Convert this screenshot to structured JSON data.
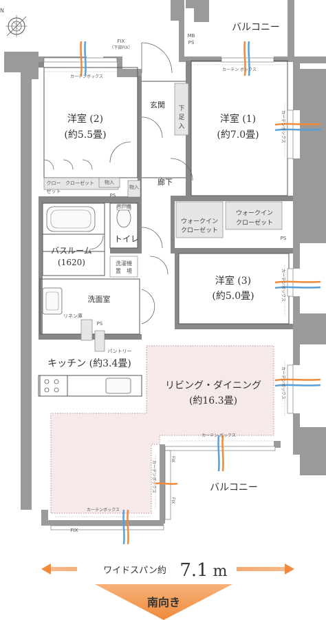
{
  "colors": {
    "wall": "#9a9a9a",
    "ldk_fill": "#f6e9e9",
    "closet_fill": "#e6e6e6",
    "breeze_orange": "#f08a3a",
    "breeze_blue": "#5aa0d8",
    "direction_arrow": "#f08a3a"
  },
  "icons": {
    "compass": "compass-rose-icon"
  },
  "rooms": {
    "western2_name": "洋室 (2)",
    "western2_size": "(約5.5畳)",
    "western1_name": "洋室 (1)",
    "western1_size": "(約7.0畳)",
    "western3_name": "洋室 (3)",
    "western3_size": "(約5.0畳)",
    "bath_name": "バスルーム",
    "bath_size": "(1620)",
    "toilet": "トイレ",
    "washroom": "洗面室",
    "kitchen": "キッチン (約3.4畳)",
    "ldk_name": "リビング・ダイニング",
    "ldk_size": "(約16.3畳)",
    "entrance": "玄関",
    "hallway": "廊下",
    "balcony_top": "バルコニー",
    "balcony_bottom": "バルコニー"
  },
  "labels": {
    "fix_top": "FIX",
    "fix_top_sub": "（下部FIX）",
    "curtain_box_w2": "カーテンボックス",
    "curtain_box_w1": "カーテン ボックス",
    "curtain_box_w1_side": "カーテンボックス",
    "curtain_box_w3_side": "カーテンボックス",
    "curtain_box_ldk_side": "カーテンボックス",
    "curtain_box_ldk_mid": "カーテン ボックス",
    "curtain_box_ldk_inner": "カーテンボックス",
    "curtain_box_ldk_bottom": "カーテンボックス",
    "mb": "MB",
    "ps_top": "PS",
    "shoe_box_1": "下",
    "shoe_box_2": "足",
    "shoe_box_3": "入",
    "closet_w2_a": "クロー",
    "closet_w2_b": "ゼット",
    "closet_w2_c": "クローゼット",
    "storage_w2": "物入",
    "storage_hall": "物入",
    "ps_w2": "PS",
    "ceiling_cupboard": "吊戸棚",
    "wic1_a": "ウォークイン",
    "wic1_b": "クローゼット",
    "wic2_a": "ウォークイン",
    "wic2_b": "クローゼット",
    "ps_wic": "PS",
    "laundry_a": "洗濯機",
    "laundry_b": "置　場",
    "linen": "リネン庫",
    "ps_wash": "PS",
    "pantry": "パントリー",
    "fix_ldk_1": "FIX",
    "fix_ldk_2": "FIX",
    "fix_bottom": "FIX"
  },
  "footer": {
    "span_prefix": "ワイドスパン約",
    "span_value": "7.1",
    "span_unit": "m",
    "direction": "南向き"
  }
}
